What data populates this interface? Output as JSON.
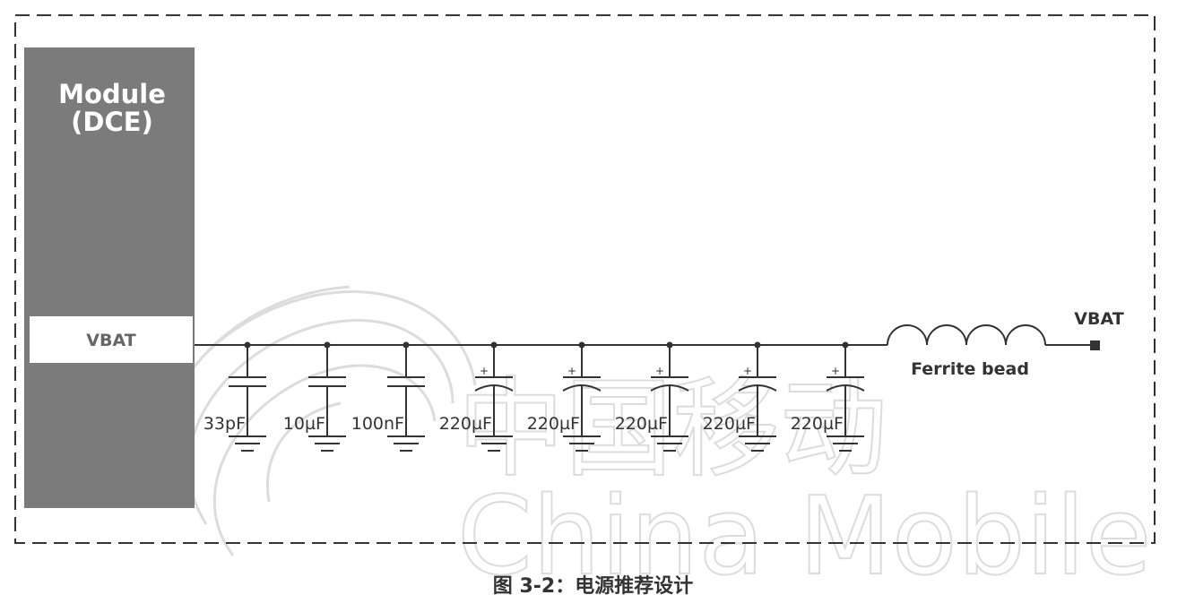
{
  "module": {
    "title_line1": "Module",
    "title_line2": "(DCE)",
    "port_label": "VBAT"
  },
  "capacitors": [
    {
      "label": "33pF",
      "polarized": false
    },
    {
      "label": "10µF",
      "polarized": false
    },
    {
      "label": "100nF",
      "polarized": false
    },
    {
      "label": "220µF",
      "polarized": true
    },
    {
      "label": "220µF",
      "polarized": true
    },
    {
      "label": "220µF",
      "polarized": true
    },
    {
      "label": "220µF",
      "polarized": true
    },
    {
      "label": "220µF",
      "polarized": true
    }
  ],
  "polarity_mark": "+",
  "ferrite": {
    "label": "Ferrite bead"
  },
  "output": {
    "label": "VBAT"
  },
  "watermark": {
    "cn": "中国移动",
    "en": "China Mobile"
  },
  "caption": "图 3-2：电源推荐设计",
  "colors": {
    "module_fill": "#7b7b7b",
    "line": "#333333",
    "watermark": "#dcdcdc"
  }
}
